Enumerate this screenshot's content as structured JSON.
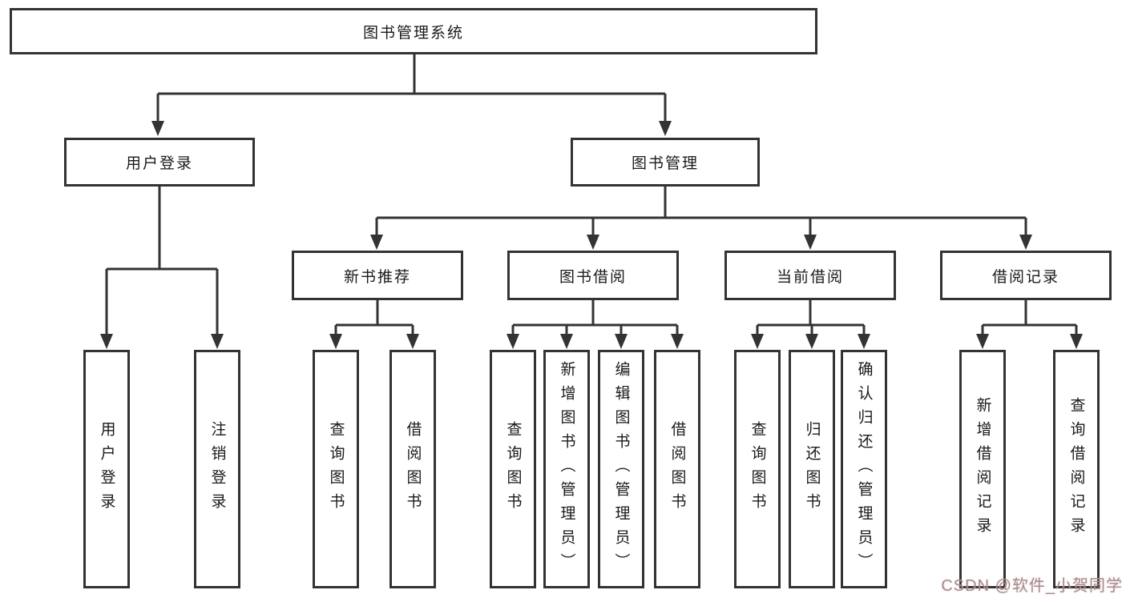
{
  "tree": {
    "root": {
      "label": "图书管理系统"
    },
    "branches": [
      {
        "label": "用户登录",
        "children": [
          "用户登录",
          "注销登录"
        ]
      },
      {
        "label": "图书管理",
        "groups": [
          {
            "label": "新书推荐",
            "children": [
              "查询图书",
              "借阅图书"
            ]
          },
          {
            "label": "图书借阅",
            "children": [
              "查询图书",
              "新增图书（管理员）",
              "编辑图书（管理员）",
              "借阅图书"
            ]
          },
          {
            "label": "当前借阅",
            "children": [
              "查询图书",
              "归还图书",
              "确认归还（管理员）"
            ]
          },
          {
            "label": "借阅记录",
            "children": [
              "新增借阅记录",
              "查询借阅记录"
            ]
          }
        ]
      }
    ]
  },
  "watermark": {
    "text": "CSDN @软件_小贺同学",
    "color": "#a08d8d"
  },
  "colors": {
    "line": "#333333",
    "node_text": "#1a1a1a",
    "background": "#ffffff"
  }
}
